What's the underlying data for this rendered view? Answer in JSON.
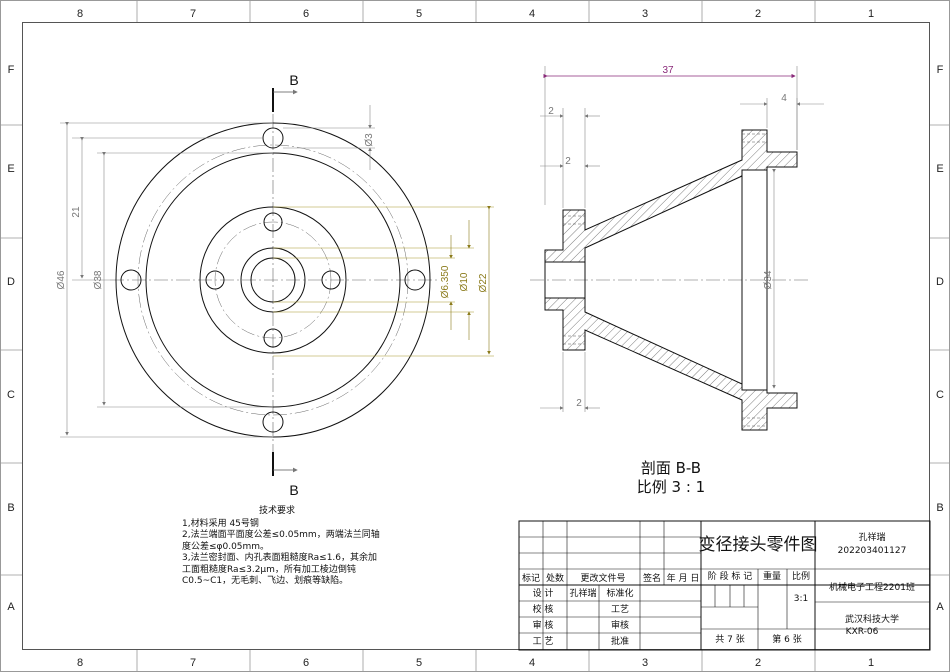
{
  "zones": {
    "columns": [
      "8",
      "7",
      "6",
      "5",
      "4",
      "3",
      "2",
      "1"
    ],
    "rows": [
      "F",
      "E",
      "D",
      "C",
      "B",
      "A"
    ]
  },
  "front_view": {
    "section_label_top": "B",
    "section_label_bottom": "B",
    "dims": {
      "hole": "Ø3",
      "vertical_21": "21",
      "outer": "Ø46",
      "bolt_circle": "Ø38",
      "bore": "Ø6.350",
      "hub": "Ø10",
      "face": "Ø22"
    }
  },
  "section_view": {
    "dims": {
      "length": "37",
      "flange_left": "2",
      "step_left": "2",
      "bottom": "2",
      "flange_right": "4",
      "big_dia": "Ø34"
    },
    "title": "剖面 B-B",
    "scale": "比例 3 : 1"
  },
  "notes": {
    "title": "技术要求",
    "lines": [
      "1,材料采用 45号钢",
      "2,法兰端面平面度公差≤0.05mm，两端法兰同轴度公差≤φ0.05mm。",
      "3,法兰密封面、内孔表面粗糙度Ra≤1.6，其余加工面粗糙度Ra≤3.2μm，所有加工棱边倒钝C0.5~C1，无毛刺、飞边、划痕等缺陷。"
    ]
  },
  "title_block": {
    "drawing_name": "变径接头零件图",
    "author_name": "孔祥瑞",
    "student_id": "202203401127",
    "class_name": "机械电子工程2201班",
    "school": "武汉科技大学",
    "code": "KXR-06",
    "header_row": [
      "标记",
      "处数",
      "更改文件号",
      "签名",
      "年 月 日"
    ],
    "stage_labels": [
      "阶 段 标 记",
      "重量",
      "比例"
    ],
    "scale_value": "3:1",
    "rows": [
      {
        "label": "设  计",
        "name": "孔祥瑞",
        "role": "标准化"
      },
      {
        "label": "校  核",
        "name": "",
        "role": "工艺"
      },
      {
        "label": "审  核",
        "name": "",
        "role": "审核"
      },
      {
        "label": "工  艺",
        "name": "",
        "role": "批准"
      }
    ],
    "sheets_total": "共  7  张",
    "sheet_no": "第  6  张"
  }
}
